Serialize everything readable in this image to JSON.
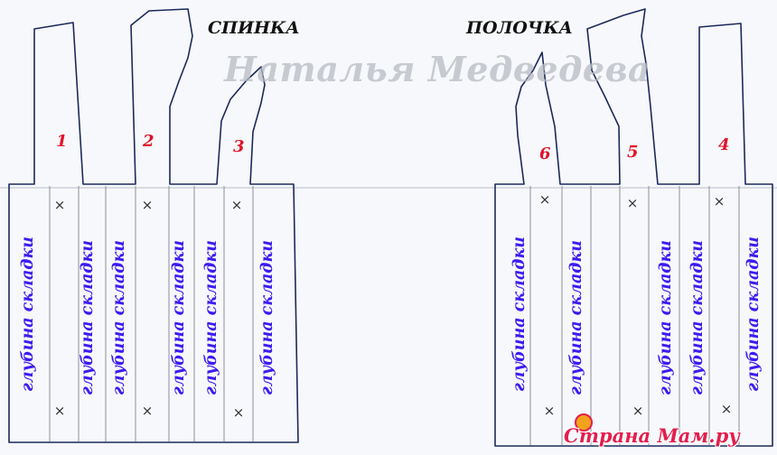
{
  "titles": {
    "back": "СПИНКА",
    "front": "ПОЛОЧКА"
  },
  "watermark": "Наталья Медведева",
  "piece_numbers": [
    "1",
    "2",
    "3",
    "6",
    "5",
    "4"
  ],
  "fold_label": "глубина складки",
  "site_mark": "Страна Мам",
  "site_mark_suffix": ".ру",
  "colors": {
    "outline": "#1b2a5c",
    "fold_line": "#8a8f99",
    "fold_label": "#3c1cf0",
    "piece_number": "#e0132b",
    "title": "#111111",
    "site_mark": "#e21f4e"
  },
  "icons": {
    "cross_mark": "x-mark-icon",
    "site_logo": "flower-icon"
  }
}
